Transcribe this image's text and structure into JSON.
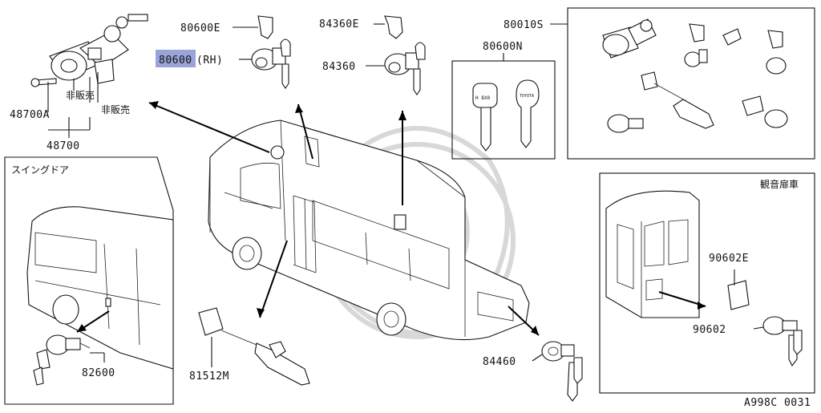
{
  "parts": {
    "p48700A": "48700A",
    "p48700": "48700",
    "not_sold_1": "非販売",
    "not_sold_2": "非販売",
    "p80600E": "80600E",
    "p80600_prefix": "80600",
    "p80600_suffix": "(RH)",
    "p84360E": "84360E",
    "p84360": "84360",
    "p80010S": "80010S",
    "p80600N": "80600N",
    "p82600": "82600",
    "p81512M": "81512M",
    "p84460": "84460",
    "p90602E": "90602E",
    "p90602": "90602"
  },
  "insets": {
    "swing_door": "スイングドア",
    "tourist_door": "観音扉車"
  },
  "key_texts": {
    "key_a": "H 8X0",
    "key_b": "TOYOTA"
  },
  "figure_code": "A998C 0031",
  "colors": {
    "highlight": "#9aa4d8",
    "line": "#111111",
    "watermark": "#d8d8d8"
  }
}
